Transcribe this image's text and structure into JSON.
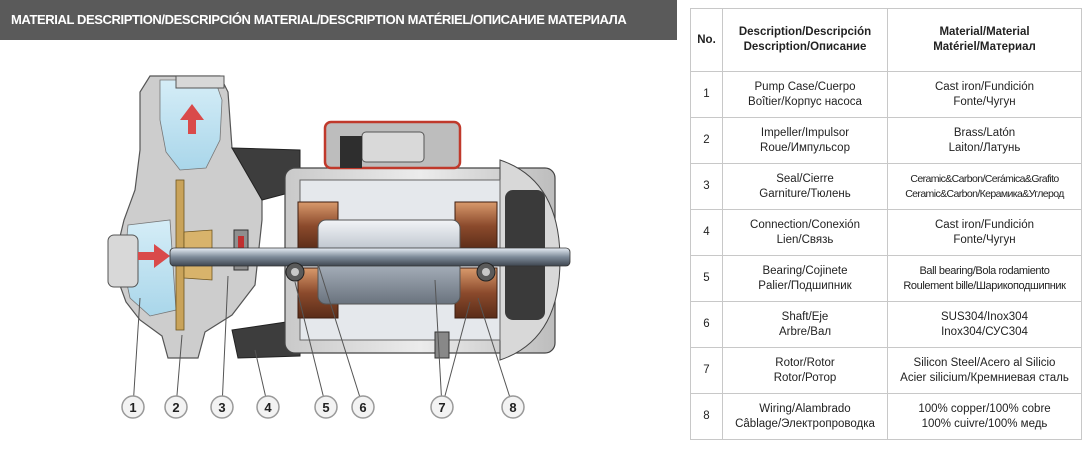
{
  "banner": {
    "title": "MATERIAL DESCRIPTION/DESCRIPCIÓN MATERIAL/DESCRIPTION MATÉRIEL/ОПИСАНИЕ МАТЕРИАЛА"
  },
  "callouts": [
    "1",
    "2",
    "3",
    "4",
    "5",
    "6",
    "7",
    "8"
  ],
  "table": {
    "headers": {
      "no": "No.",
      "description_1": "Description/Descripción",
      "description_2": "Description/Описание",
      "material_1": "Material/Material",
      "material_2": "Matériel/Материал"
    },
    "rows": [
      {
        "no": "1",
        "desc_1": "Pump Case/Cuerpo",
        "desc_2": "Boîtier/Корпус насоса",
        "mat_1": "Cast iron/Fundición",
        "mat_2": "Fonte/Чугун"
      },
      {
        "no": "2",
        "desc_1": "Impeller/Impulsor",
        "desc_2": "Roue/Импульсор",
        "mat_1": "Brass/Latón",
        "mat_2": "Laiton/Латунь"
      },
      {
        "no": "3",
        "desc_1": "Seal/Cierre",
        "desc_2": "Garniture/Тюлень",
        "mat_1": "Ceramic&Carbon/Cerámica&Grafito",
        "mat_2": "Ceramic&Carbon/Керамика&Углерод"
      },
      {
        "no": "4",
        "desc_1": "Connection/Conexión",
        "desc_2": "Lien/Связь",
        "mat_1": "Cast iron/Fundición",
        "mat_2": "Fonte/Чугун"
      },
      {
        "no": "5",
        "desc_1": "Bearing/Cojinete",
        "desc_2": "Palier/Подшипник",
        "mat_1": "Ball bearing/Bola rodamiento",
        "mat_2": "Roulement bille/Шарикоподшипник"
      },
      {
        "no": "6",
        "desc_1": "Shaft/Eje",
        "desc_2": "Arbre/Вал",
        "mat_1": "SUS304/Inox304",
        "mat_2": "Inox304/СУС304"
      },
      {
        "no": "7",
        "desc_1": "Rotor/Rotor",
        "desc_2": "Rotor/Ротор",
        "mat_1": "Silicon Steel/Acero al Silicio",
        "mat_2": "Acier silicium/Кремниевая сталь"
      },
      {
        "no": "8",
        "desc_1": "Wiring/Alambrado",
        "desc_2": "Câblage/Электропроводка",
        "mat_1": "100% copper/100% cobre",
        "mat_2": "100% cuivre/100% медь"
      }
    ]
  }
}
